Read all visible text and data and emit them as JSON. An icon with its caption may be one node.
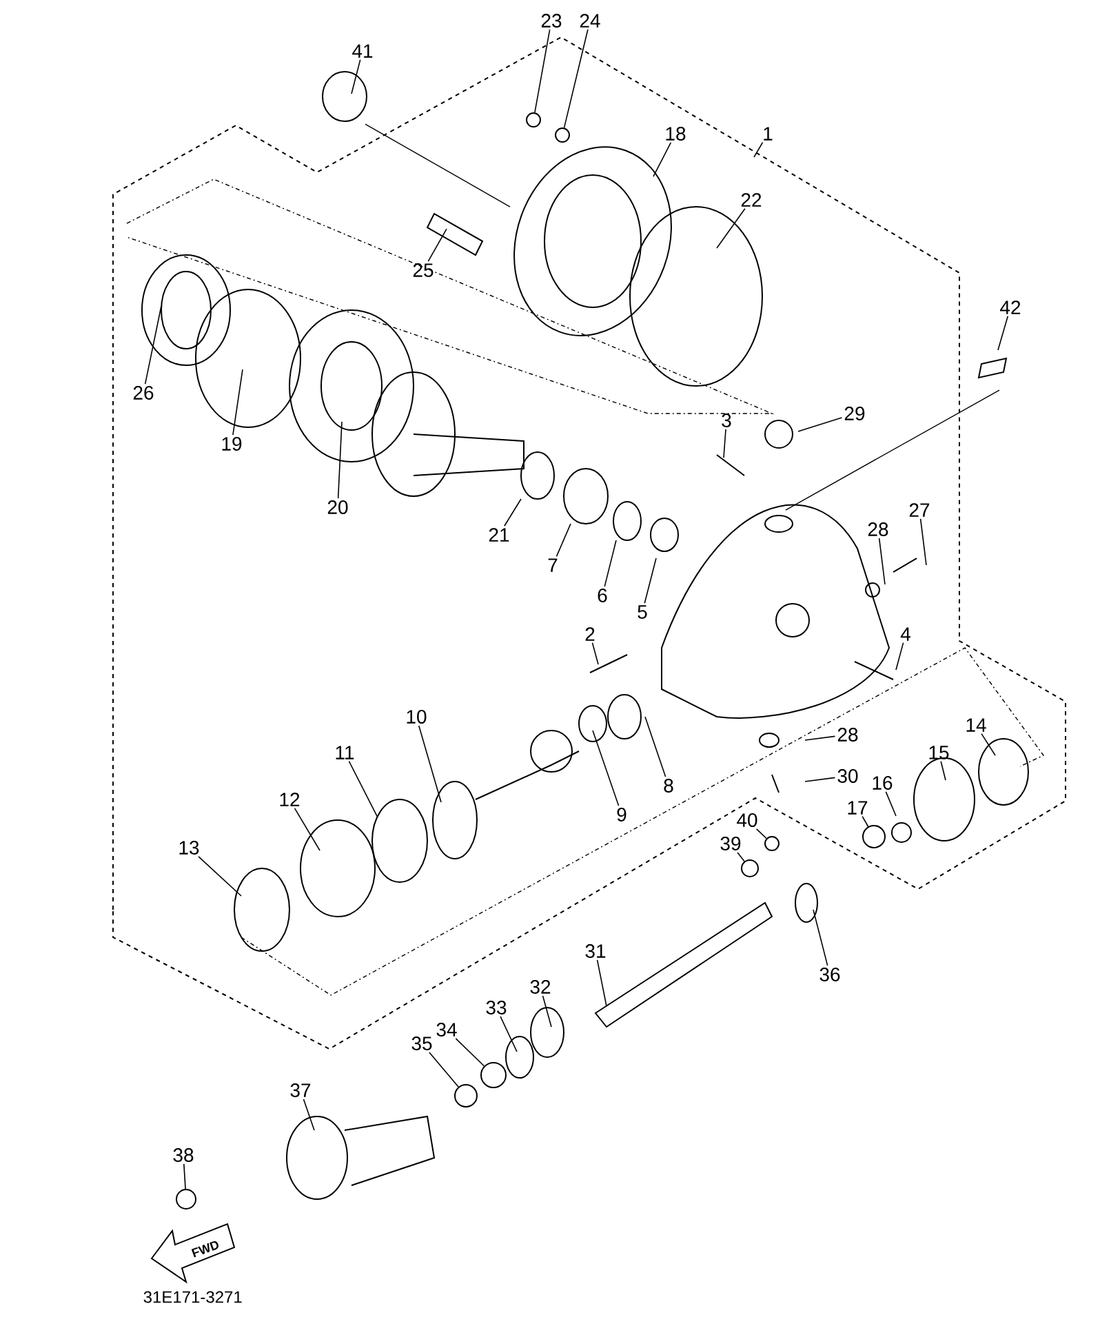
{
  "diagram": {
    "nodes": [
      {
        "text": [
          "41"
        ]
      },
      {
        "text": [
          "23"
        ]
      },
      {
        "text": [
          "24"
        ]
      },
      {
        "text": [
          "1"
        ]
      },
      {
        "text": [
          "18"
        ]
      },
      {
        "text": [
          "22"
        ]
      },
      {
        "text": [
          "25"
        ]
      },
      {
        "text": [
          "26"
        ]
      },
      {
        "text": [
          "19"
        ]
      },
      {
        "text": [
          "20"
        ]
      },
      {
        "text": [
          "42"
        ]
      },
      {
        "text": [
          "3"
        ]
      },
      {
        "text": [
          "29"
        ]
      },
      {
        "text": [
          "21"
        ]
      },
      {
        "text": [
          "7"
        ]
      },
      {
        "text": [
          "6"
        ]
      },
      {
        "text": [
          "5"
        ]
      },
      {
        "text": [
          "28"
        ]
      },
      {
        "text": [
          "27"
        ]
      },
      {
        "text": [
          "2"
        ]
      },
      {
        "text": [
          "4"
        ]
      },
      {
        "text": [
          "10"
        ]
      },
      {
        "text": [
          "11"
        ]
      },
      {
        "text": [
          "12"
        ]
      },
      {
        "text": [
          "13"
        ]
      },
      {
        "text": [
          "9"
        ]
      },
      {
        "text": [
          "8"
        ]
      },
      {
        "text": [
          "28"
        ]
      },
      {
        "text": [
          "30"
        ]
      },
      {
        "text": [
          "14"
        ]
      },
      {
        "text": [
          "15"
        ]
      },
      {
        "text": [
          "16"
        ]
      },
      {
        "text": [
          "17"
        ]
      },
      {
        "text": [
          "40"
        ]
      },
      {
        "text": [
          "39"
        ]
      },
      {
        "text": [
          "31"
        ]
      },
      {
        "text": [
          "36"
        ]
      },
      {
        "text": [
          "32"
        ]
      },
      {
        "text": [
          "33"
        ]
      },
      {
        "text": [
          "34"
        ]
      },
      {
        "text": [
          "35"
        ]
      },
      {
        "text": [
          "37"
        ]
      },
      {
        "text": [
          "38"
        ]
      },
      {
        "text": [],
        "shape": "circle"
      },
      {
        "text": [],
        "shape": "circle"
      },
      {
        "text": [],
        "shape": "circle"
      },
      {
        "text": [],
        "shape": "circle"
      },
      {
        "text": [],
        "shape": "circle"
      },
      {
        "text": [],
        "shape": "circle"
      },
      {
        "text": [],
        "shape": "circle"
      },
      {
        "text": [],
        "shape": "circle"
      }
    ],
    "edges": [
      {
        "from": 0,
        "to": null,
        "arrow": "none"
      },
      {
        "from": 1,
        "to": 43,
        "arrow": "none"
      },
      {
        "from": 2,
        "to": 44,
        "arrow": "none"
      },
      {
        "from": 3,
        "to": null,
        "arrow": "none"
      },
      {
        "from": 4,
        "to": null,
        "arrow": "none"
      },
      {
        "from": 5,
        "to": null,
        "arrow": "none"
      },
      {
        "from": 6,
        "to": null,
        "arrow": "none"
      },
      {
        "from": 7,
        "to": null,
        "arrow": "none"
      },
      {
        "from": 8,
        "to": null,
        "arrow": "none"
      },
      {
        "from": 9,
        "to": null,
        "arrow": "none"
      },
      {
        "from": 10,
        "to": null,
        "arrow": "none"
      },
      {
        "from": 11,
        "to": null,
        "arrow": "none"
      },
      {
        "from": 12,
        "to": null,
        "arrow": "none"
      },
      {
        "from": 13,
        "to": null,
        "arrow": "none"
      },
      {
        "from": 14,
        "to": null,
        "arrow": "none"
      },
      {
        "from": 15,
        "to": null,
        "arrow": "none"
      },
      {
        "from": 16,
        "to": null,
        "arrow": "none"
      },
      {
        "from": 17,
        "to": null,
        "arrow": "none"
      },
      {
        "from": 18,
        "to": null,
        "arrow": "none"
      },
      {
        "from": 19,
        "to": null,
        "arrow": "none"
      },
      {
        "from": 20,
        "to": null,
        "arrow": "none"
      },
      {
        "from": 21,
        "to": null,
        "arrow": "none"
      },
      {
        "from": 22,
        "to": null,
        "arrow": "none"
      },
      {
        "from": 23,
        "to": null,
        "arrow": "none"
      },
      {
        "from": 24,
        "to": null,
        "arrow": "none"
      },
      {
        "from": 25,
        "to": null,
        "arrow": "none"
      },
      {
        "from": 26,
        "to": null,
        "arrow": "none"
      },
      {
        "from": 27,
        "to": null,
        "arrow": "none"
      },
      {
        "from": 28,
        "to": null,
        "arrow": "none"
      },
      {
        "from": 29,
        "to": null,
        "arrow": "none"
      },
      {
        "from": 30,
        "to": null,
        "arrow": "none"
      },
      {
        "from": 31,
        "to": null,
        "arrow": "none"
      },
      {
        "from": 32,
        "to": 45,
        "arrow": "none"
      },
      {
        "from": 33,
        "to": 46,
        "arrow": "none"
      },
      {
        "from": 34,
        "to": 47,
        "arrow": "none"
      },
      {
        "from": 35,
        "to": null,
        "arrow": "none"
      },
      {
        "from": 36,
        "to": null,
        "arrow": "none"
      },
      {
        "from": 37,
        "to": null,
        "arrow": "none"
      },
      {
        "from": 38,
        "to": null,
        "arrow": "none"
      },
      {
        "from": 39,
        "to": 48,
        "arrow": "none"
      },
      {
        "from": 40,
        "to": 49,
        "arrow": "none"
      },
      {
        "from": 41,
        "to": null,
        "arrow": "none"
      },
      {
        "from": 42,
        "to": 50,
        "arrow": "none"
      }
    ],
    "labels": [
      "FWD",
      "31E171-3271"
    ]
  }
}
